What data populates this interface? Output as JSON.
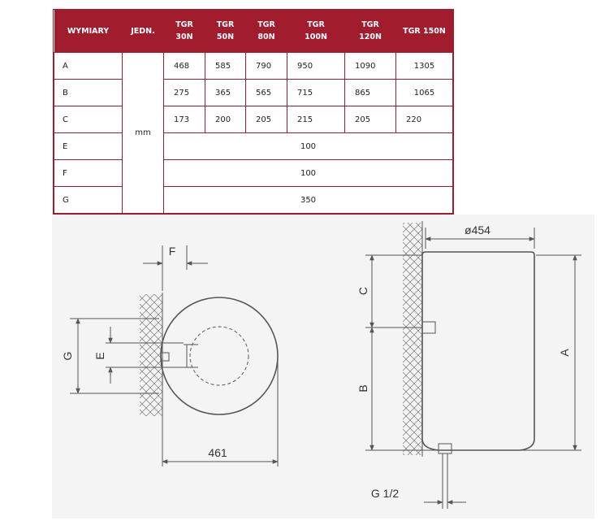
{
  "table": {
    "headers": [
      [
        "WYMIARY"
      ],
      [
        "JEDN."
      ],
      [
        "TGR",
        "30N"
      ],
      [
        "TGR",
        "50N"
      ],
      [
        "TGR",
        "80N"
      ],
      [
        "TGR",
        "100N"
      ],
      [
        "TGR",
        "120N"
      ],
      [
        "TGR 150N"
      ]
    ],
    "unit": "mm",
    "rows": [
      {
        "label": "A",
        "values": [
          "468",
          "585",
          "790",
          "950",
          "1090",
          "1305"
        ]
      },
      {
        "label": "B",
        "values": [
          "275",
          "365",
          "565",
          "715",
          "865",
          "1065"
        ]
      },
      {
        "label": "C",
        "values": [
          "173",
          "200",
          "205",
          "215",
          "205",
          "220"
        ]
      },
      {
        "label": "E",
        "span_value": "100"
      },
      {
        "label": "F",
        "span_value": "100"
      },
      {
        "label": "G",
        "span_value": "350"
      }
    ]
  },
  "drawing": {
    "front_labels": {
      "f": "F",
      "g": "G",
      "e": "E",
      "width": "461"
    },
    "side_labels": {
      "diameter": "ø454",
      "c": "C",
      "b": "B",
      "a": "A",
      "pipe": "G 1/2"
    }
  },
  "colors": {
    "accent": "#a11c2c",
    "line": "#555555"
  }
}
